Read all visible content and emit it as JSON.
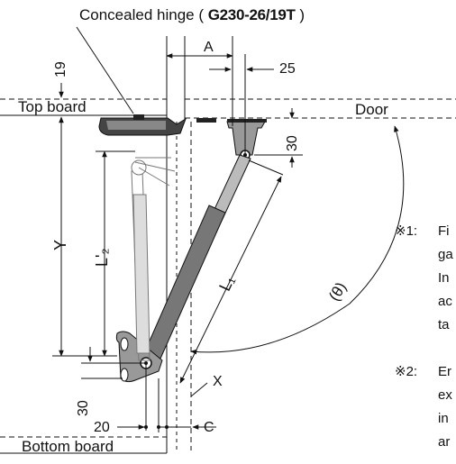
{
  "title": {
    "prefix": "Concealed hinge (",
    "model": "G230-26/19T",
    "suffix": ")"
  },
  "labels": {
    "top_board": "Top board",
    "bottom_board": "Bottom board",
    "door": "Door",
    "dim_a": "A",
    "dim_25": "25",
    "dim_19": "19",
    "dim_30_top": "30",
    "dim_30_bottom": "30",
    "dim_20": "20",
    "dim_y": "Y",
    "dim_l2": "L'₂",
    "dim_l1": "L₁",
    "dim_x": "X",
    "dim_c": "C",
    "angle": "(θ)"
  },
  "notes": [
    {
      "mark": "※1:",
      "lines": [
        "Fi",
        "ga",
        "In",
        "ac",
        "ta"
      ]
    },
    {
      "mark": "※2:",
      "lines": [
        "Er",
        "ex",
        "in",
        "ar"
      ]
    }
  ]
}
